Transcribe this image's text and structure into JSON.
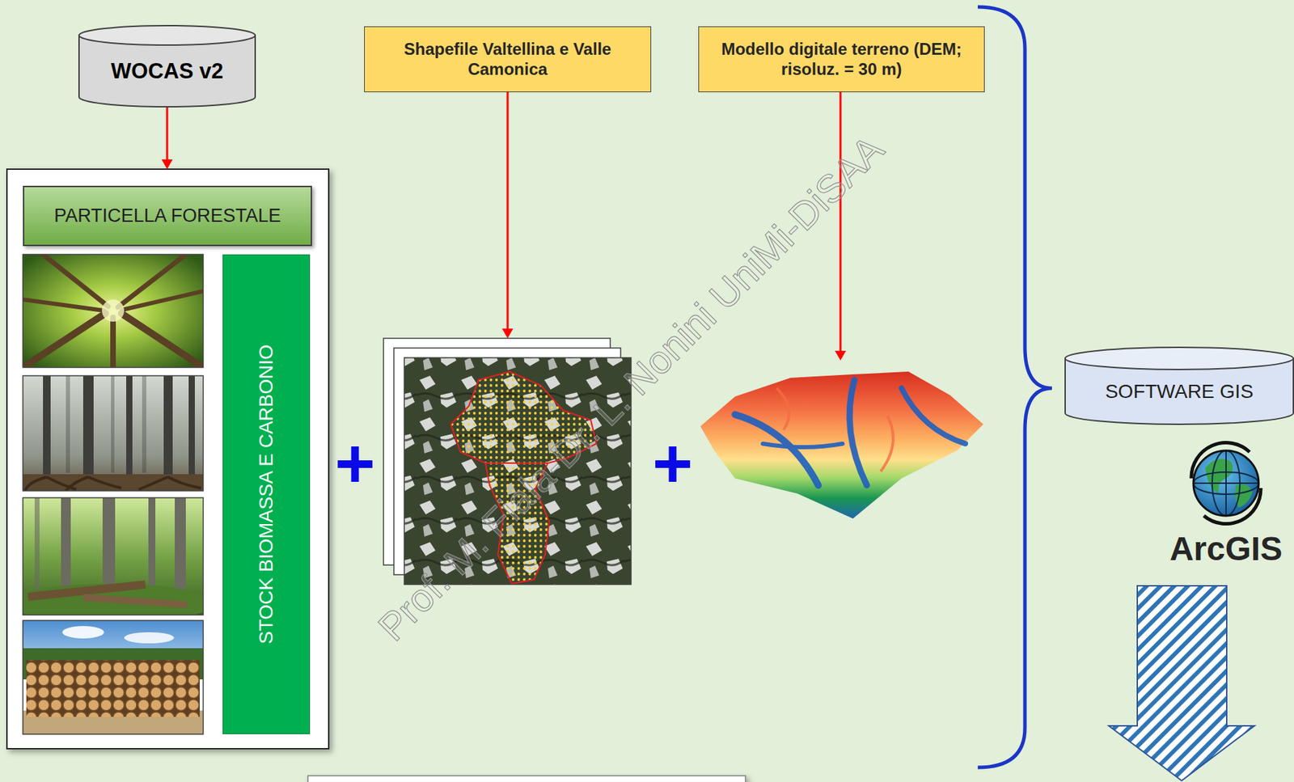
{
  "diagram": {
    "nodes": [
      {
        "text": [
          "WOCAS v2"
        ]
      },
      {
        "text": [
          "PARTICELLA FORESTALE"
        ]
      },
      {
        "text": [
          "STOCK BIOMASSA E CARBONIO"
        ]
      },
      {
        "text": [
          "Shapefile Valtellina e Valle Camonica"
        ]
      },
      {
        "text": [
          "Modello digitale terreno (DEM; risoluz. = 30 m)"
        ]
      },
      {
        "text": [
          "SOFTWARE GIS"
        ]
      }
    ],
    "labels": [
      "+",
      "+",
      "ArcGIS",
      "Prof. M. Fiala-Dr. L. Nonini UniMi-DiSAA"
    ]
  }
}
